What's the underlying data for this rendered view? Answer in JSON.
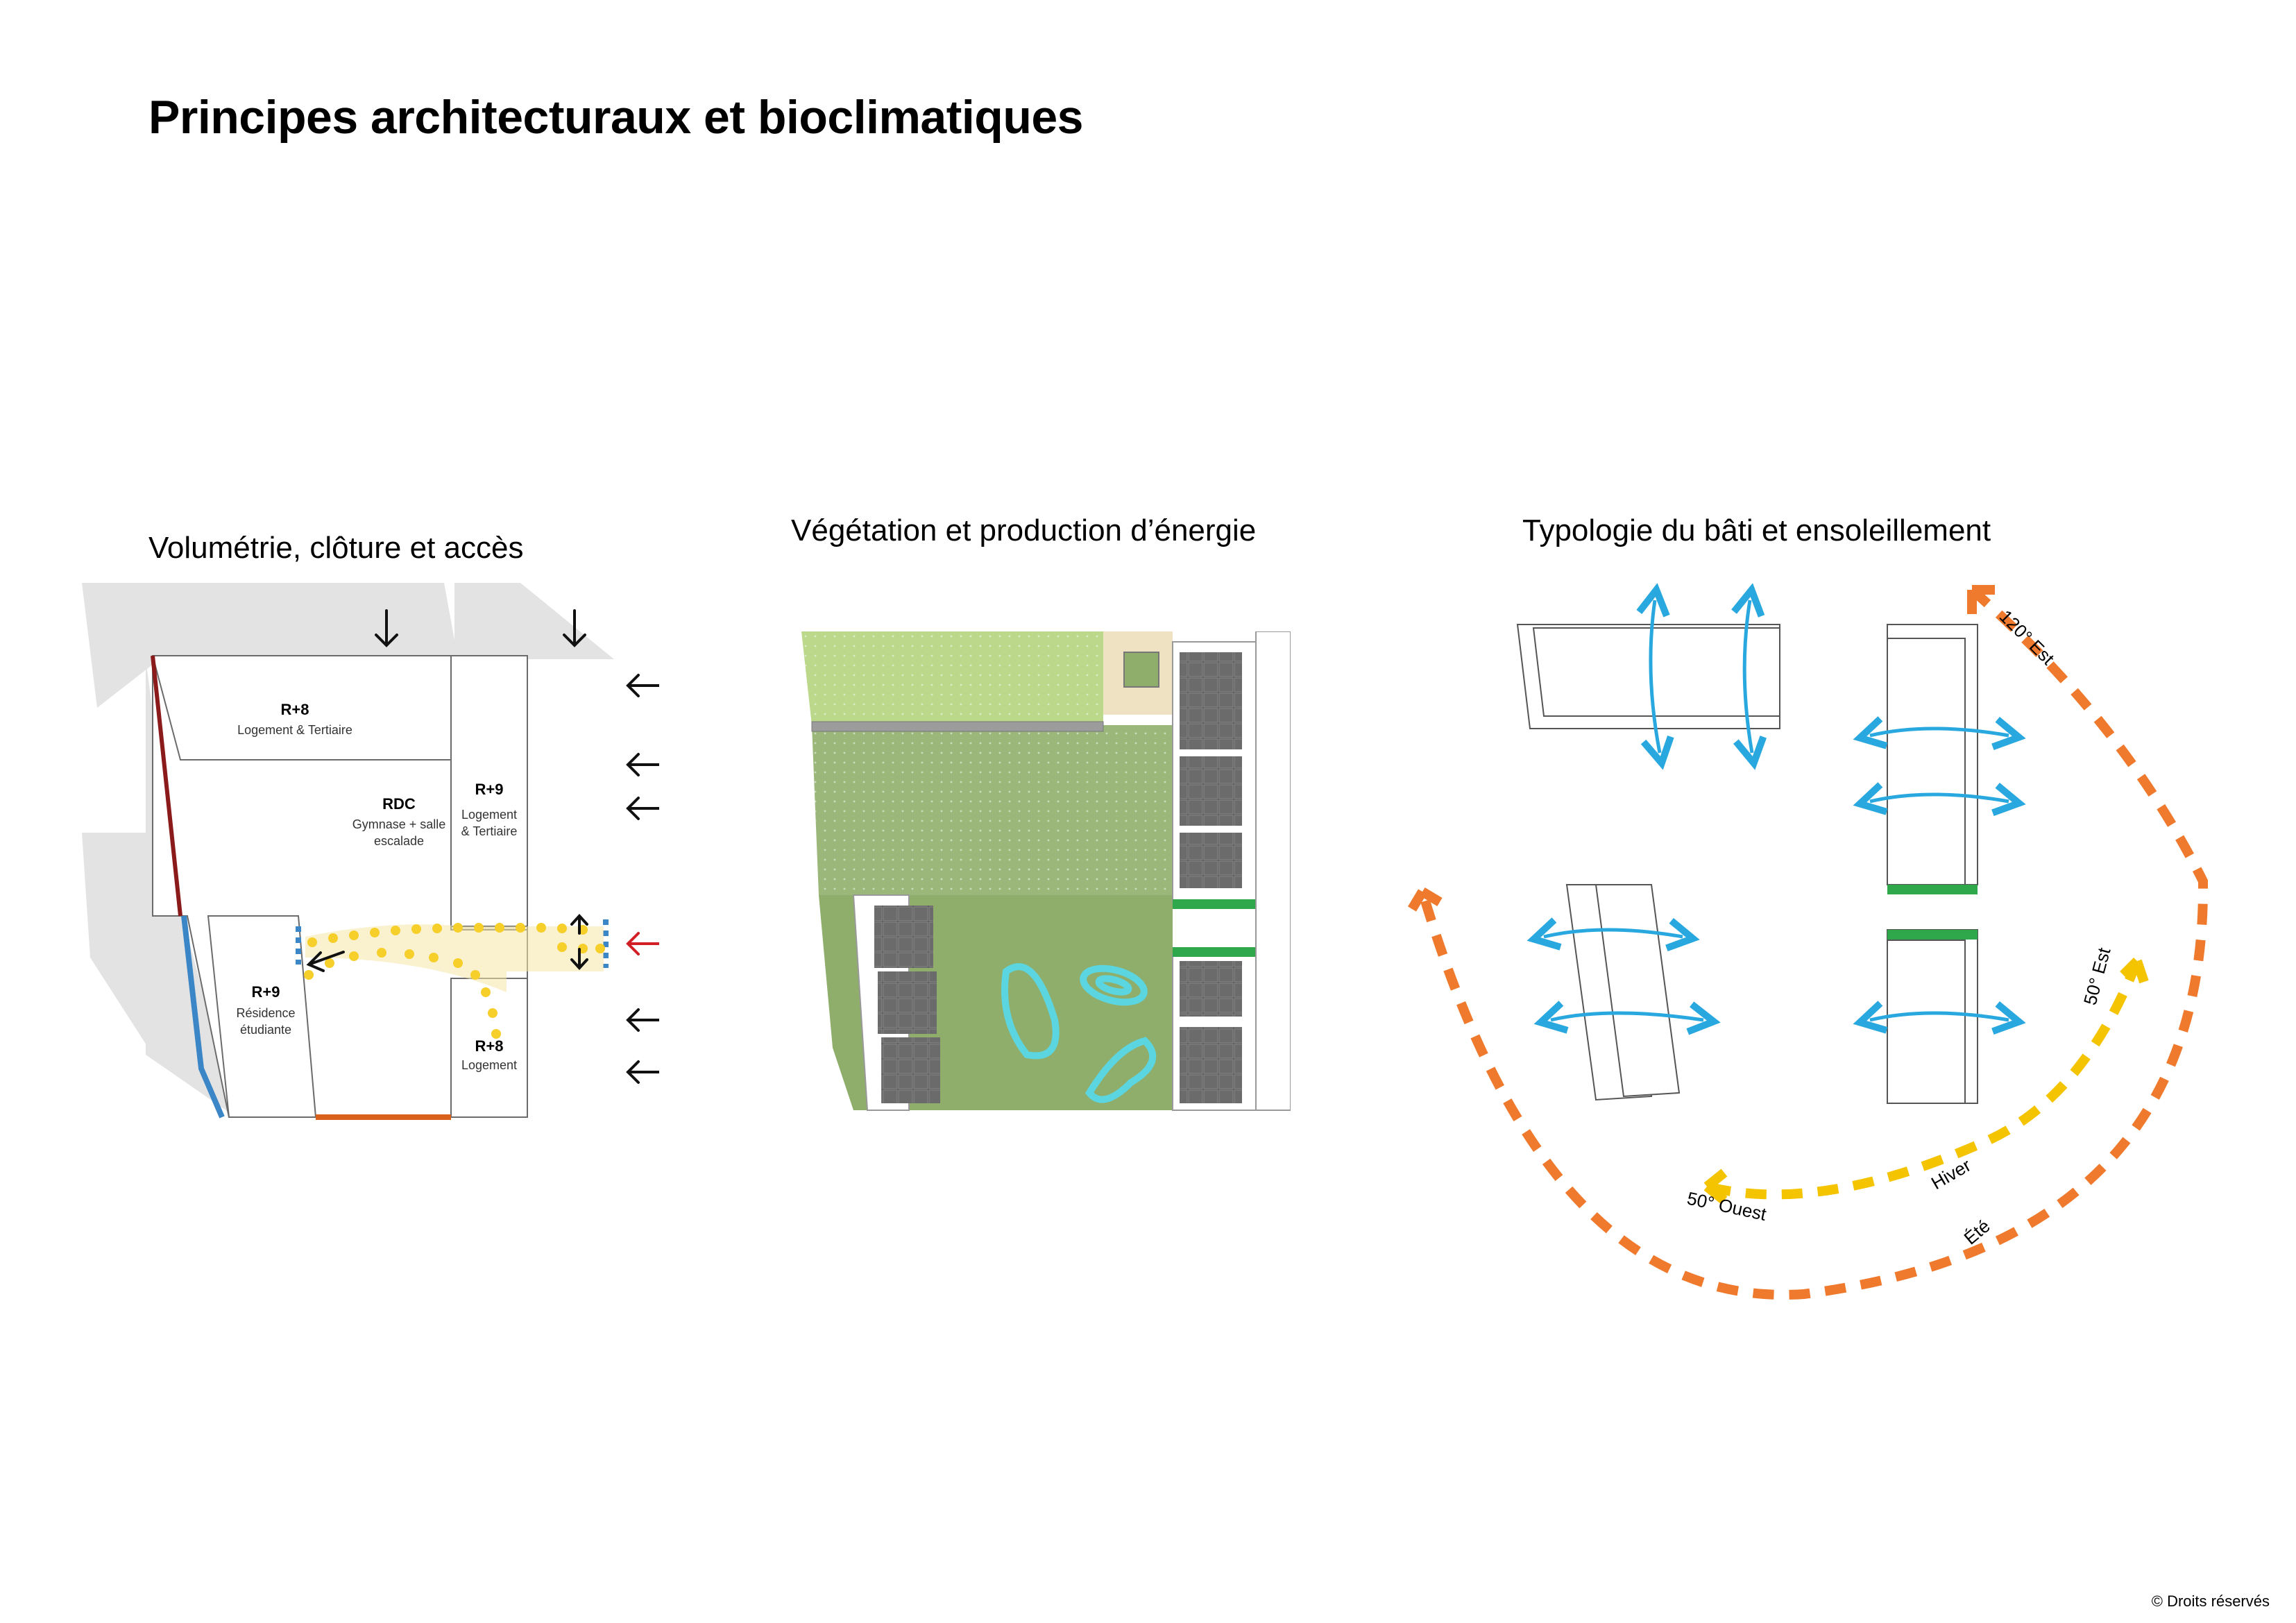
{
  "title": "Principes architecturaux et bioclimatiques",
  "panels": [
    {
      "subtitle": "Volumétrie, clôture et accès",
      "blocks": [
        {
          "level": "R+8",
          "use": "Logement & Tertiaire"
        },
        {
          "level": "RDC",
          "use_line1": "Gymnase + salle",
          "use_line2": "escalade"
        },
        {
          "level": "R+9",
          "use_line1": "Logement",
          "use_line2": "& Tertiaire"
        },
        {
          "level": "R+9",
          "use_line1": "Résidence",
          "use_line2": "étudiante"
        },
        {
          "level": "R+8",
          "use": "Logement"
        }
      ]
    },
    {
      "subtitle": "Végétation et production d’énergie"
    },
    {
      "subtitle": "Typologie du bâti et ensoleillement",
      "sun_labels": {
        "east_summer": "120° Est",
        "east_winter": "50° Est",
        "west": "50° Ouest",
        "winter": "Hiver",
        "summer": "Été"
      }
    }
  ],
  "colors": {
    "shadow": "#e3e3e3",
    "fence_dark_red": "#8b1a1a",
    "fence_blue": "#3b86c6",
    "fence_orange": "#d8621b",
    "path_yellow": "#f6cf2a",
    "arrow_red": "#d21f26",
    "lawn": "#8fae6c",
    "lawn_light": "#bcd88a",
    "green_band": "#2ea84a",
    "pond_cyan": "#5bd6e0",
    "air_arrow": "#29a8e0",
    "sun_summer": "#ef7a2e",
    "sun_winter": "#f5c400"
  },
  "copyright": "© Droits réservés"
}
